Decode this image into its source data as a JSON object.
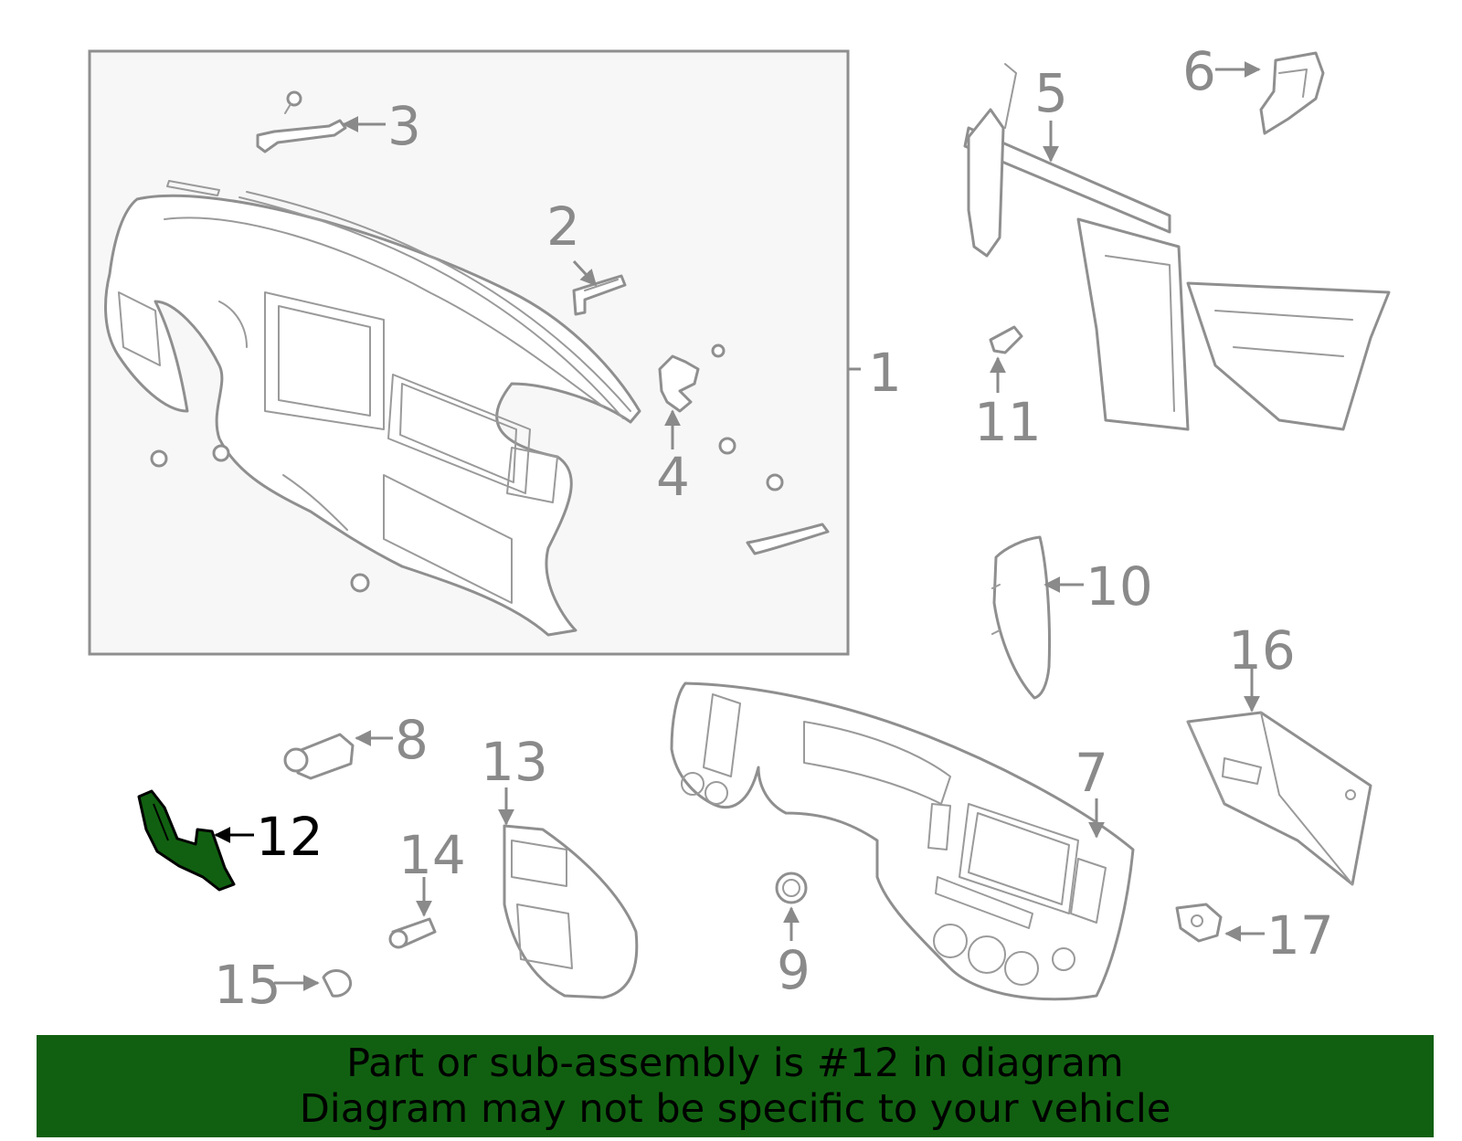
{
  "callouts": {
    "c1": "1",
    "c2": "2",
    "c3": "3",
    "c4": "4",
    "c5": "5",
    "c6": "6",
    "c7": "7",
    "c8": "8",
    "c9": "9",
    "c10": "10",
    "c11": "11",
    "c12": "12",
    "c13": "13",
    "c14": "14",
    "c15": "15",
    "c16": "16",
    "c17": "17"
  },
  "highlight": {
    "part": "12",
    "color": "#116011"
  },
  "colors": {
    "line_gray": "#8f8f8f",
    "box_fill": "#f7f7f7",
    "banner_bg": "#116011"
  },
  "banner": {
    "line1": "Part or sub-assembly is #12 in diagram",
    "line2": "Diagram may not be specific to your vehicle"
  }
}
